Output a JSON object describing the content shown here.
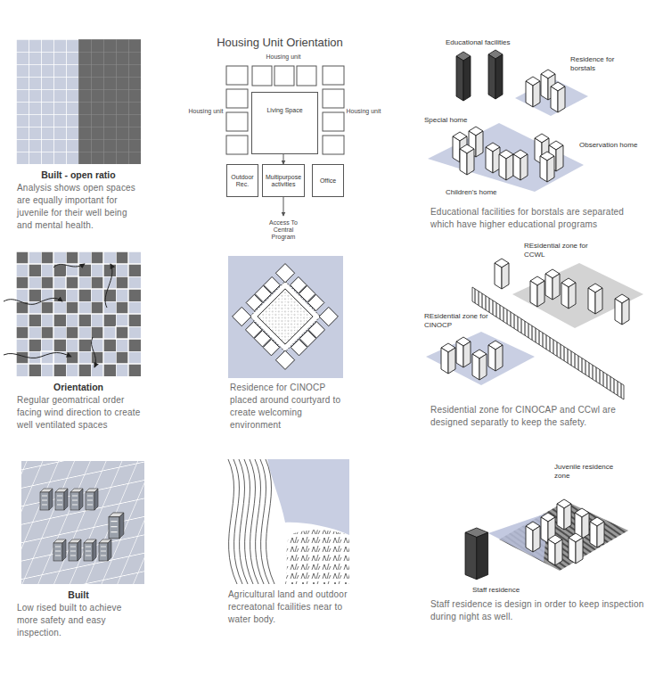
{
  "diagram": {
    "nodes": [
      {
        "text": [
          "Living Space"
        ]
      },
      {
        "text": [
          "Outdoor Rec."
        ]
      },
      {
        "text": [
          "Multipurpose activities"
        ]
      },
      {
        "text": [
          "Office"
        ]
      }
    ],
    "edges": [
      {
        "from": 0,
        "to": 2,
        "arrow": "to"
      }
    ],
    "labels": [
      "Built - open ratio",
      "Analysis shows open spaces are equally important for juvenile for their well being and mental health.",
      "Housing Unit Orientation",
      "Housing unit",
      "Housing unit",
      "Housing unit",
      "Access To Central Program",
      "Educational facilities",
      "Residence for borstals",
      "Special home",
      "Observation home",
      "Children's home",
      "Educational facilities for borstals are separated which have higher educational programs",
      "Orientation",
      "Regular geomatrical order facing wind direction to create well ventilated spaces",
      "Residence for CINOCP placed around courtyard to create welcoming environment",
      "REsidential zone for CCWL",
      "REsidential zone for CINOCP",
      "Residential zone for CINOCAP and CCwl are designed separatly to keep the safety.",
      "Built",
      "Low rised built to achieve more safety and easy inspection.",
      "Agricultural land and outdoor recreatonal fcailities near to water body.",
      "Juvenile residence zone",
      "Staff residence",
      "Staff residence is design in order to keep inspection during night as well."
    ]
  }
}
